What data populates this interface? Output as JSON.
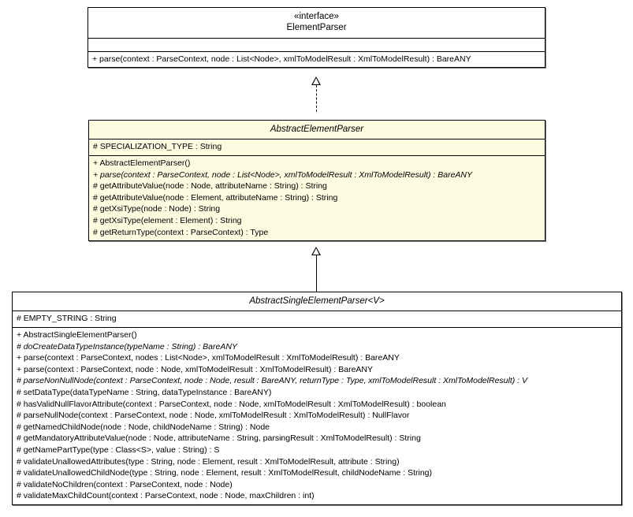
{
  "diagram": {
    "title": "ElementParser class hierarchy",
    "type": "uml-class-diagram",
    "background": "#ffffff",
    "tint_color": "#fdfbe0"
  },
  "classes": [
    {
      "id": "element-parser",
      "stereotype": "«interface»",
      "name": "ElementParser",
      "italic_name": false,
      "tinted": false,
      "attributes": [],
      "methods": [
        "+ parse(context : ParseContext, node : List<Node>, xmlToModelResult : XmlToModelResult) : BareANY"
      ],
      "method_italics": [
        false
      ]
    },
    {
      "id": "abstract-element-parser",
      "stereotype": "",
      "name": "AbstractElementParser",
      "italic_name": true,
      "tinted": true,
      "attributes": [
        "# SPECIALIZATION_TYPE : String"
      ],
      "attribute_italics": [
        false
      ],
      "methods": [
        "+ AbstractElementParser()",
        "+ parse(context : ParseContext, node : List<Node>, xmlToModelResult : XmlToModelResult) : BareANY",
        "# getAttributeValue(node : Node, attributeName : String) : String",
        "# getAttributeValue(node : Element, attributeName : String) : String",
        "# getXsiType(node : Node) : String",
        "# getXsiType(element : Element) : String",
        "# getReturnType(context : ParseContext) : Type"
      ],
      "method_italics": [
        false,
        true,
        false,
        false,
        false,
        false,
        false
      ]
    },
    {
      "id": "abstract-single-element-parser",
      "stereotype": "",
      "name": "AbstractSingleElementParser<V>",
      "italic_name": true,
      "tinted": false,
      "attributes": [
        "# EMPTY_STRING : String"
      ],
      "attribute_italics": [
        false
      ],
      "methods": [
        "+ AbstractSingleElementParser()",
        "# doCreateDataTypeInstance(typeName : String) : BareANY",
        "+ parse(context : ParseContext, nodes : List<Node>, xmlToModelResult : XmlToModelResult) : BareANY",
        "+ parse(context : ParseContext, node : Node, xmlToModelResult : XmlToModelResult) : BareANY",
        "# parseNonNullNode(context : ParseContext, node : Node, result : BareANY, returnType : Type, xmlToModelResult : XmlToModelResult) : V",
        "# setDataType(dataTypeName : String, dataTypeInstance : BareANY)",
        "# hasValidNullFlavorAttribute(context : ParseContext, node : Node, xmlToModelResult : XmlToModelResult) : boolean",
        "# parseNullNode(context : ParseContext, node : Node, xmlToModelResult : XmlToModelResult) : NullFlavor",
        "# getNamedChildNode(node : Node, childNodeName : String) : Node",
        "# getMandatoryAttributeValue(node : Node, attributeName : String, parsingResult : XmlToModelResult) : String",
        "# getNamePartType(type : Class<S>, value : String) : S",
        "# validateUnallowedAttributes(type : String, node : Element, result : XmlToModelResult, attribute : String)",
        "# validateUnallowedChildNode(type : String, node : Element, result : XmlToModelResult, childNodeName : String)",
        "# validateNoChildren(context : ParseContext, node : Node)",
        "# validateMaxChildCount(context : ParseContext, node : Node, maxChildren : int)"
      ],
      "method_italics": [
        false,
        true,
        false,
        false,
        true,
        false,
        false,
        false,
        false,
        false,
        false,
        false,
        false,
        false,
        false
      ]
    }
  ],
  "connectors": [
    {
      "id": "realization",
      "kind": "realization",
      "line_style": "dashed",
      "arrow": "hollow-triangle",
      "from": "abstract-element-parser",
      "to": "element-parser"
    },
    {
      "id": "generalization",
      "kind": "generalization",
      "line_style": "solid",
      "arrow": "hollow-triangle",
      "from": "abstract-single-element-parser",
      "to": "abstract-element-parser"
    }
  ]
}
